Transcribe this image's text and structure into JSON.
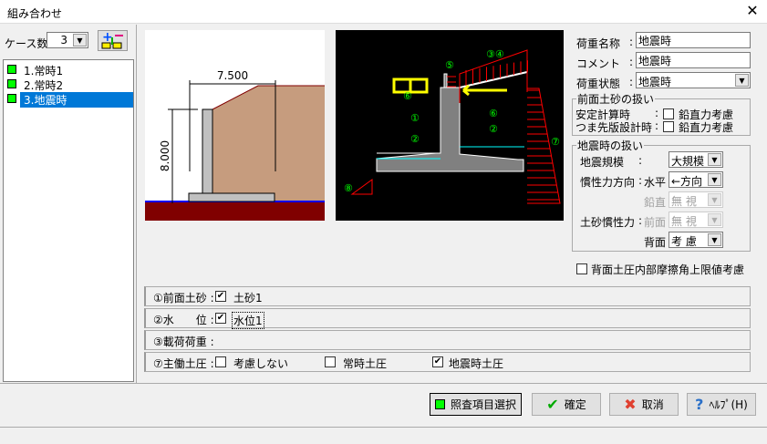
{
  "window": {
    "title": "組み合わせ",
    "close": "✕"
  },
  "left": {
    "case_count_label": "ケース数:",
    "case_count": "3",
    "cases": [
      {
        "label": "1.常時1"
      },
      {
        "label": "2.常時2"
      },
      {
        "label": "3.地震時"
      }
    ]
  },
  "drawing": {
    "width_dim": "7.500",
    "height_dim": "8.000",
    "labels": [
      "①",
      "②",
      "③④",
      "⑤",
      "⑥",
      "⑦",
      "⑧"
    ]
  },
  "form": {
    "name_label": "荷重名称",
    "name_value": "地震時",
    "comment_label": "コメント",
    "comment_value": "地震時",
    "state_label": "荷重状態",
    "state_value": "地震時",
    "colon": ":"
  },
  "front_soil": {
    "legend": "前面土砂の扱い",
    "stability_label": "安定計算時",
    "toe_label": "つま先版設計時",
    "vertical_label": "鉛直力考慮"
  },
  "seismic": {
    "legend": "地震時の扱い",
    "scale_label": "地震規模",
    "scale_value": "大規模",
    "inertia_label": "慣性力方向",
    "horizontal": "水平",
    "horizontal_value": "←方向",
    "vertical": "鉛直",
    "vertical_value": "無 視",
    "soil_inertia_label": "土砂慣性力",
    "front": "前面",
    "front_value": "無 視",
    "back": "背面",
    "back_value": "考 慮"
  },
  "friction_label": "背面土圧内部摩擦角上限値考慮",
  "rows": {
    "front_soil_label": "①前面土砂 :",
    "front_soil_item": "土砂1",
    "water_label": "②水　　位 :",
    "water_item": "水位1",
    "load_label": "③載荷荷重 :",
    "active_label": "⑦主働土圧 :",
    "opt1": "考慮しない",
    "opt2": "常時土圧",
    "opt3": "地震時土圧"
  },
  "buttons": {
    "check": "照査項目選択",
    "ok": "確定",
    "cancel": "取消",
    "help": "ﾍﾙﾌﾟ(H)"
  },
  "colors": {
    "accent": "#0078d7",
    "green": "#00ff00"
  }
}
